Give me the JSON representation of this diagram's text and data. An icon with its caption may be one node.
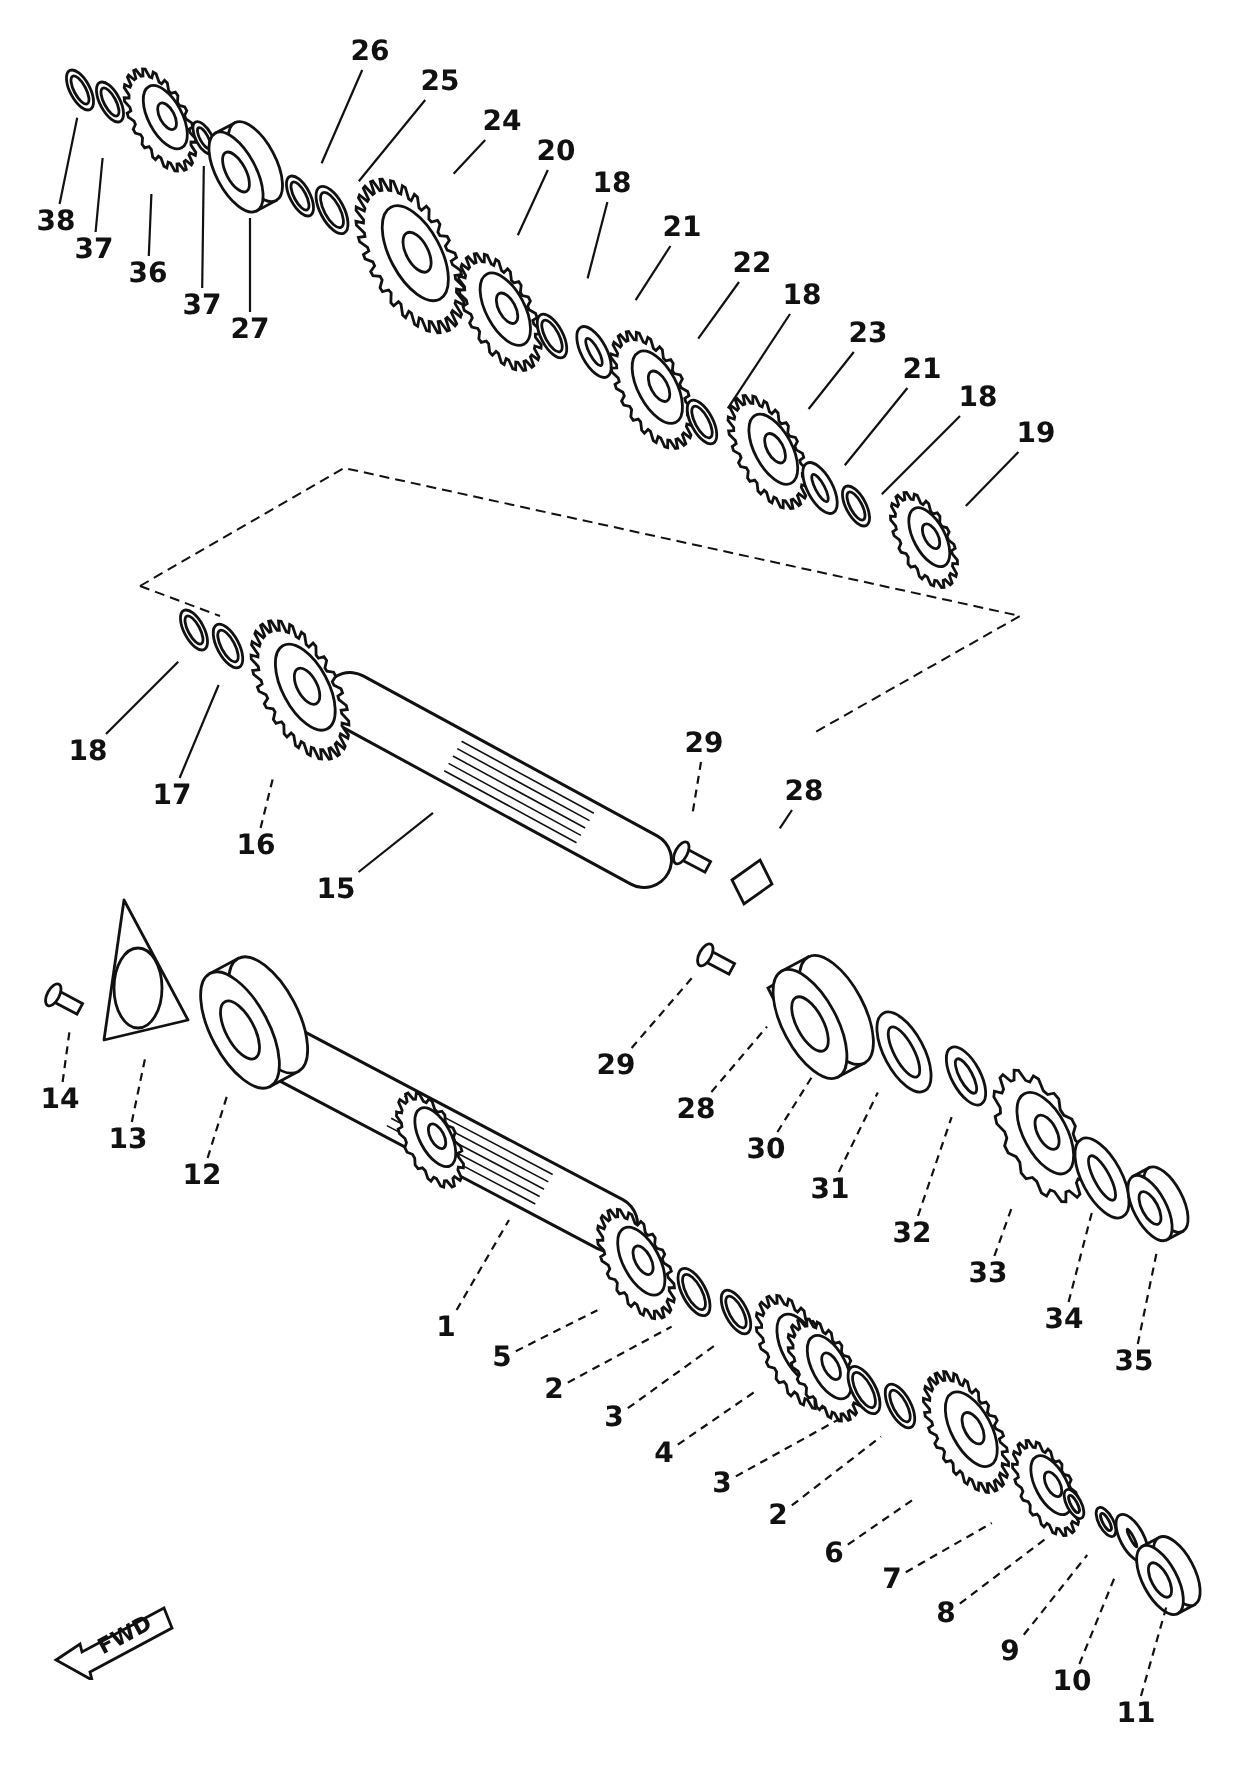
{
  "diagram": {
    "nodes": [
      {
        "text": [
          "26"
        ]
      },
      {
        "text": [
          "25"
        ]
      },
      {
        "text": [
          "24"
        ]
      },
      {
        "text": [
          "20"
        ]
      },
      {
        "text": [
          "18"
        ]
      },
      {
        "text": [
          "21"
        ]
      },
      {
        "text": [
          "22"
        ]
      },
      {
        "text": [
          "18"
        ]
      },
      {
        "text": [
          "23"
        ]
      },
      {
        "text": [
          "21"
        ]
      },
      {
        "text": [
          "18"
        ]
      },
      {
        "text": [
          "19"
        ]
      },
      {
        "text": [
          "38"
        ]
      },
      {
        "text": [
          "37"
        ]
      },
      {
        "text": [
          "36"
        ]
      },
      {
        "text": [
          "37"
        ]
      },
      {
        "text": [
          "27"
        ]
      },
      {
        "text": [
          "18"
        ]
      },
      {
        "text": [
          "17"
        ]
      },
      {
        "text": [
          "16"
        ]
      },
      {
        "text": [
          "15"
        ]
      },
      {
        "text": [
          "29"
        ]
      },
      {
        "text": [
          "28"
        ]
      },
      {
        "text": [
          "14"
        ]
      },
      {
        "text": [
          "29"
        ]
      },
      {
        "text": [
          "13"
        ]
      },
      {
        "text": [
          "28"
        ]
      },
      {
        "text": [
          "30"
        ]
      },
      {
        "text": [
          "12"
        ]
      },
      {
        "text": [
          "31"
        ]
      },
      {
        "text": [
          "32"
        ]
      },
      {
        "text": [
          "33"
        ]
      },
      {
        "text": [
          "34"
        ]
      },
      {
        "text": [
          "1"
        ]
      },
      {
        "text": [
          "35"
        ]
      },
      {
        "text": [
          "5"
        ]
      },
      {
        "text": [
          "2"
        ]
      },
      {
        "text": [
          "3"
        ]
      },
      {
        "text": [
          "4"
        ]
      },
      {
        "text": [
          "3"
        ]
      },
      {
        "text": [
          "2"
        ]
      },
      {
        "text": [
          "6"
        ]
      },
      {
        "text": [
          "7"
        ]
      },
      {
        "text": [
          "8"
        ]
      },
      {
        "text": [
          "FWD"
        ]
      },
      {
        "text": [
          "9"
        ]
      },
      {
        "text": [
          "10"
        ]
      },
      {
        "text": [
          "11"
        ]
      }
    ],
    "edges": [
      {
        "from": 0,
        "to": null,
        "arrow": "none"
      },
      {
        "from": 1,
        "to": null,
        "arrow": "none"
      },
      {
        "from": 2,
        "to": null,
        "arrow": "none"
      },
      {
        "from": 3,
        "to": null,
        "arrow": "none"
      },
      {
        "from": 4,
        "to": null,
        "arrow": "none"
      },
      {
        "from": 5,
        "to": null,
        "arrow": "none"
      },
      {
        "from": 6,
        "to": null,
        "arrow": "none"
      },
      {
        "from": 7,
        "to": null,
        "arrow": "none"
      },
      {
        "from": 8,
        "to": null,
        "arrow": "none"
      },
      {
        "from": 9,
        "to": null,
        "arrow": "none"
      },
      {
        "from": 10,
        "to": null,
        "arrow": "none"
      },
      {
        "from": 11,
        "to": null,
        "arrow": "none"
      },
      {
        "from": 12,
        "to": null,
        "arrow": "none"
      },
      {
        "from": 13,
        "to": null,
        "arrow": "none"
      },
      {
        "from": 14,
        "to": null,
        "arrow": "none"
      },
      {
        "from": 15,
        "to": null,
        "arrow": "none"
      },
      {
        "from": 16,
        "to": null,
        "arrow": "none"
      },
      {
        "from": 17,
        "to": null,
        "arrow": "none"
      },
      {
        "from": 18,
        "to": null,
        "arrow": "none"
      },
      {
        "from": 19,
        "to": null,
        "arrow": "none",
        "style": "dashed"
      },
      {
        "from": 20,
        "to": null,
        "arrow": "none"
      },
      {
        "from": 21,
        "to": null,
        "arrow": "none",
        "style": "dashed"
      },
      {
        "from": 22,
        "to": null,
        "arrow": "none"
      },
      {
        "from": 23,
        "to": null,
        "arrow": "none",
        "style": "dashed"
      },
      {
        "from": 24,
        "to": null,
        "arrow": "none",
        "style": "dashed"
      },
      {
        "from": 25,
        "to": null,
        "arrow": "none",
        "style": "dashed"
      },
      {
        "from": 26,
        "to": null,
        "arrow": "none",
        "style": "dashed"
      },
      {
        "from": 27,
        "to": null,
        "arrow": "none",
        "style": "dashed"
      },
      {
        "from": 28,
        "to": null,
        "arrow": "none",
        "style": "dashed"
      },
      {
        "from": 29,
        "to": null,
        "arrow": "none",
        "style": "dashed"
      },
      {
        "from": 30,
        "to": null,
        "arrow": "none",
        "style": "dashed"
      },
      {
        "from": 31,
        "to": null,
        "arrow": "none",
        "style": "dashed"
      },
      {
        "from": 32,
        "to": null,
        "arrow": "none",
        "style": "dashed"
      },
      {
        "from": 33,
        "to": null,
        "arrow": "none",
        "style": "dashed"
      },
      {
        "from": 34,
        "to": null,
        "arrow": "none",
        "style": "dashed"
      },
      {
        "from": 35,
        "to": null,
        "arrow": "none",
        "style": "dashed"
      },
      {
        "from": 36,
        "to": null,
        "arrow": "none",
        "style": "dashed"
      },
      {
        "from": 37,
        "to": null,
        "arrow": "none",
        "style": "dashed"
      },
      {
        "from": 38,
        "to": null,
        "arrow": "none",
        "style": "dashed"
      },
      {
        "from": 39,
        "to": null,
        "arrow": "none",
        "style": "dashed"
      },
      {
        "from": 40,
        "to": null,
        "arrow": "none",
        "style": "dashed"
      },
      {
        "from": 41,
        "to": null,
        "arrow": "none",
        "style": "dashed"
      },
      {
        "from": 42,
        "to": null,
        "arrow": "none",
        "style": "dashed"
      },
      {
        "from": 43,
        "to": null,
        "arrow": "none",
        "style": "dashed"
      },
      {
        "from": 45,
        "to": null,
        "arrow": "none",
        "style": "dashed"
      },
      {
        "from": 46,
        "to": null,
        "arrow": "none",
        "style": "dashed"
      },
      {
        "from": 47,
        "to": null,
        "arrow": "none",
        "style": "dashed"
      }
    ]
  }
}
